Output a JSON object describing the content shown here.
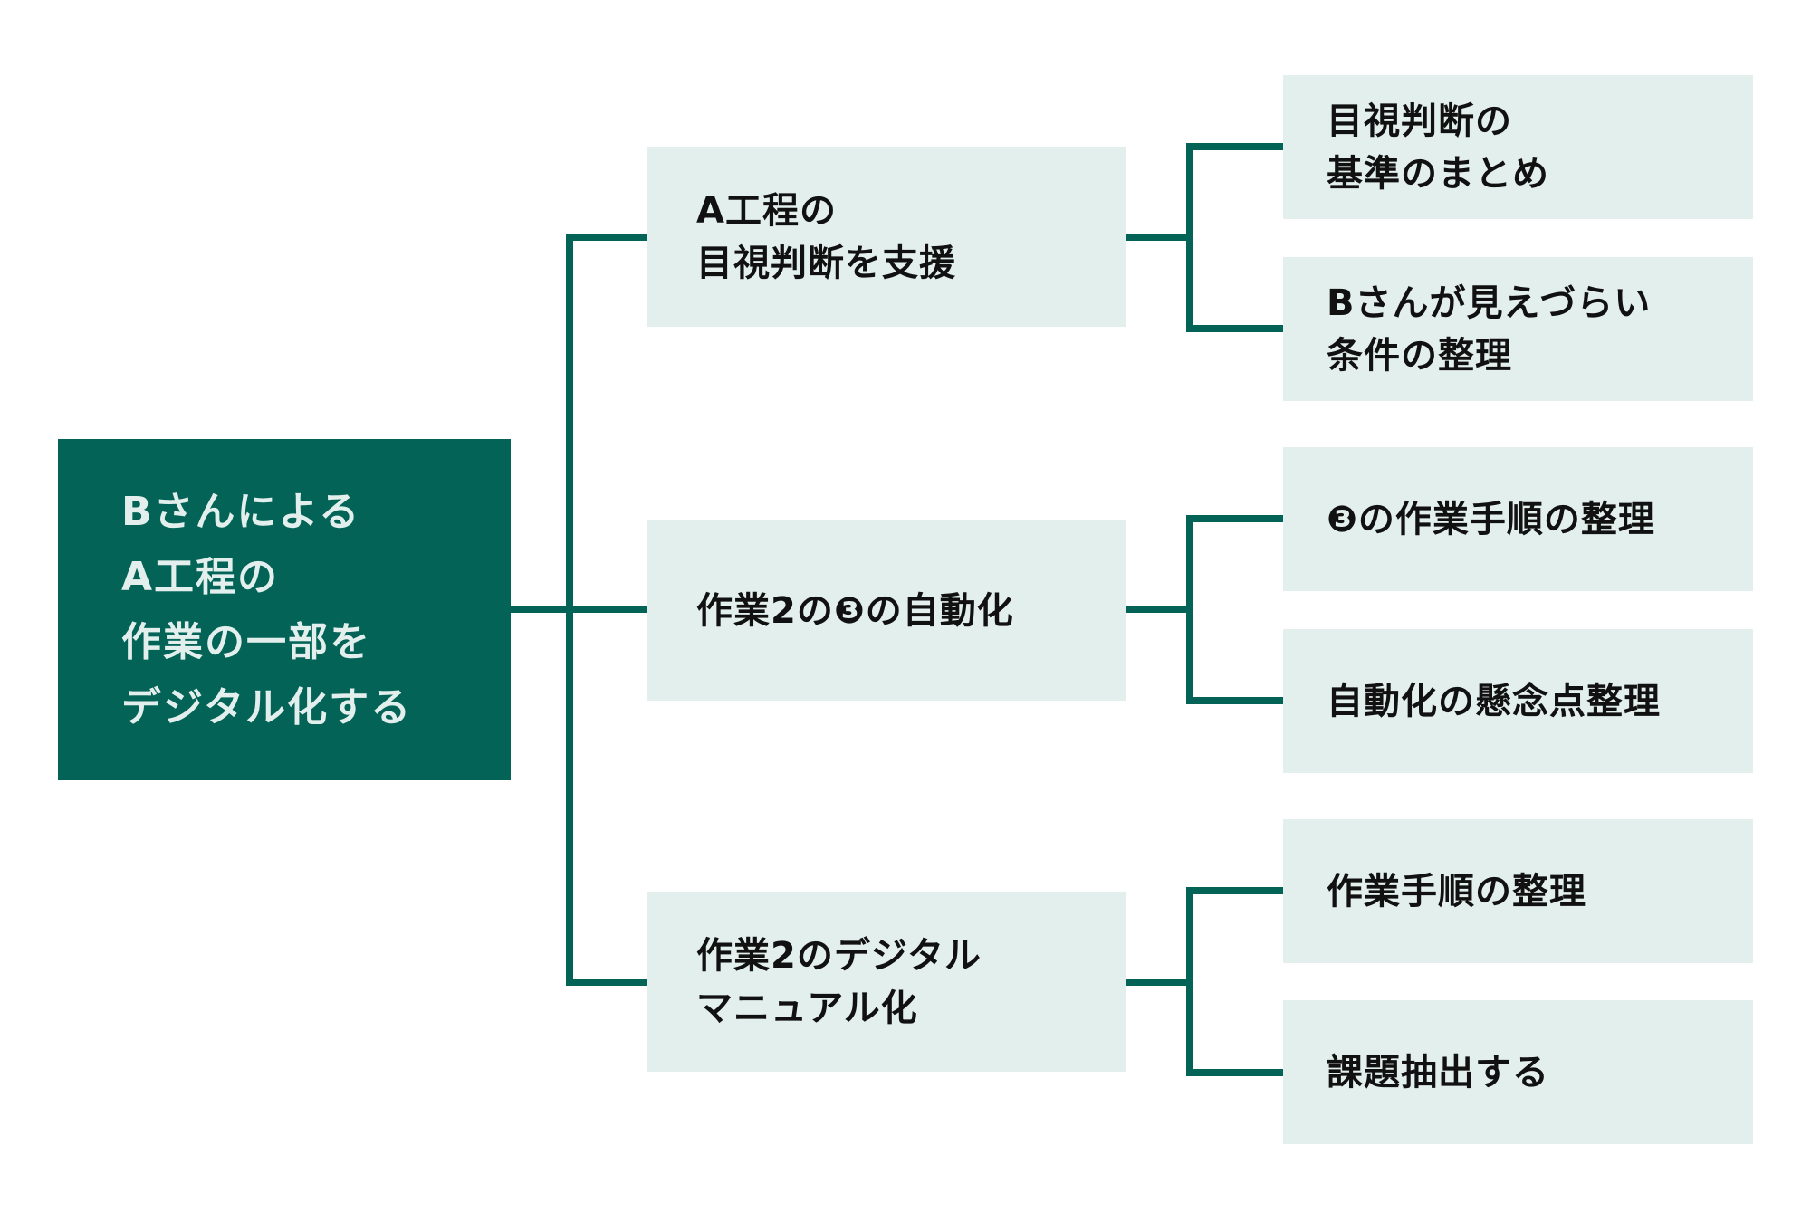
{
  "diagram": {
    "type": "tree",
    "colors": {
      "primary": "#036357",
      "box": "#e3efed",
      "text": "#111111",
      "root_text": "#e3efed"
    },
    "root": {
      "label": "Bさんによる\nA工程の\n作業の一部を\nデジタル化する"
    },
    "branches": [
      {
        "label": "A工程の\n目視判断を支援",
        "children": [
          {
            "label": "目視判断の\n基準のまとめ"
          },
          {
            "label": "Bさんが見えづらい\n条件の整理"
          }
        ]
      },
      {
        "label": "作業2の❸の自動化",
        "children": [
          {
            "label": "❸の作業手順の整理"
          },
          {
            "label": "自動化の懸念点整理"
          }
        ]
      },
      {
        "label": "作業2のデジタル\nマニュアル化",
        "children": [
          {
            "label": "作業手順の整理"
          },
          {
            "label": "課題抽出する"
          }
        ]
      }
    ]
  }
}
